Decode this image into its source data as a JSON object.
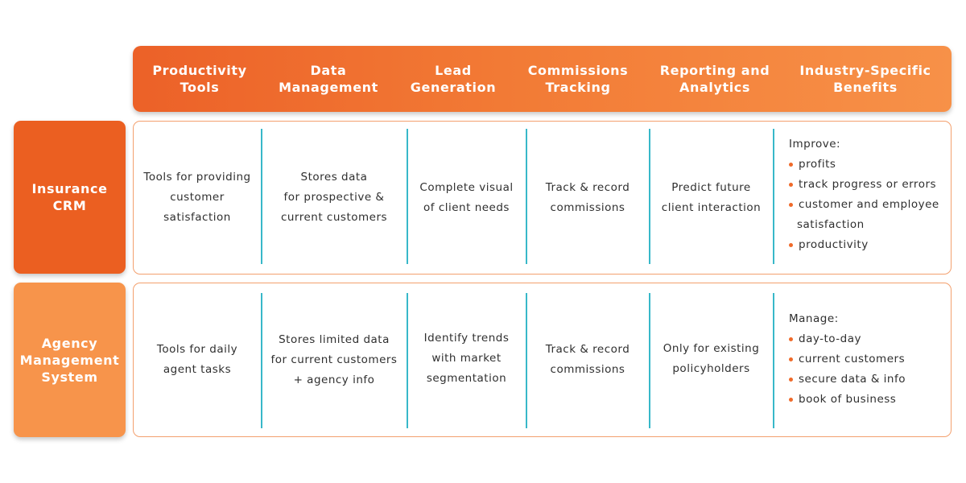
{
  "columns": [
    "Productivity\nTools",
    "Data\nManagement",
    "Lead\nGeneration",
    "Commissions\nTracking",
    "Reporting and\nAnalytics",
    "Industry-Specific\nBenefits"
  ],
  "rows": [
    {
      "label": "Insurance\nCRM",
      "cells": [
        "Tools for providing\ncustomer\nsatisfaction",
        "Stores data\nfor prospective &\ncurrent customers",
        "Complete visual\nof client needs",
        "Track & record\ncommissions",
        "Predict future\nclient interaction"
      ],
      "benefits_heading": "Improve:",
      "benefits": [
        "profits",
        "track progress or errors",
        "customer and employee",
        "productivity"
      ],
      "benefit_continuation": "satisfaction"
    },
    {
      "label": "Agency\nManagement\nSystem",
      "cells": [
        "Tools for daily\nagent tasks",
        "Stores limited data\nfor current customers\n+ agency info",
        "Identify trends\nwith market\nsegmentation",
        "Track & record\ncommissions",
        "Only for existing\npolicyholders"
      ],
      "benefits_heading": "Manage:",
      "benefits": [
        "day-to-day",
        "current customers",
        "secure data & info",
        "book of business"
      ]
    }
  ],
  "colors": {
    "header_start": "#ec6128",
    "header_end": "#f79148",
    "crm_label": "#eb5f21",
    "ams_label": "#f7944b",
    "divider": "#38b8c9",
    "bullet": "#ef6a2a",
    "row_border": "#f3a06e"
  }
}
